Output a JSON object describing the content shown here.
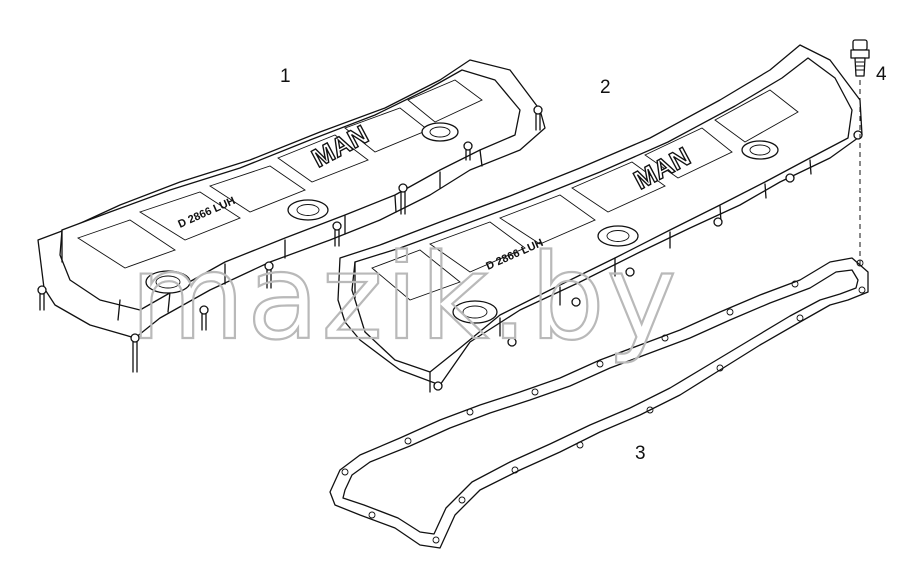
{
  "diagram": {
    "callouts": [
      {
        "id": "1",
        "label": "1"
      },
      {
        "id": "2",
        "label": "2"
      },
      {
        "id": "3",
        "label": "3"
      },
      {
        "id": "4",
        "label": "4"
      }
    ],
    "brand_text": "MAN",
    "model_text": "D 2866 LUH",
    "watermark": "mazik.by"
  }
}
